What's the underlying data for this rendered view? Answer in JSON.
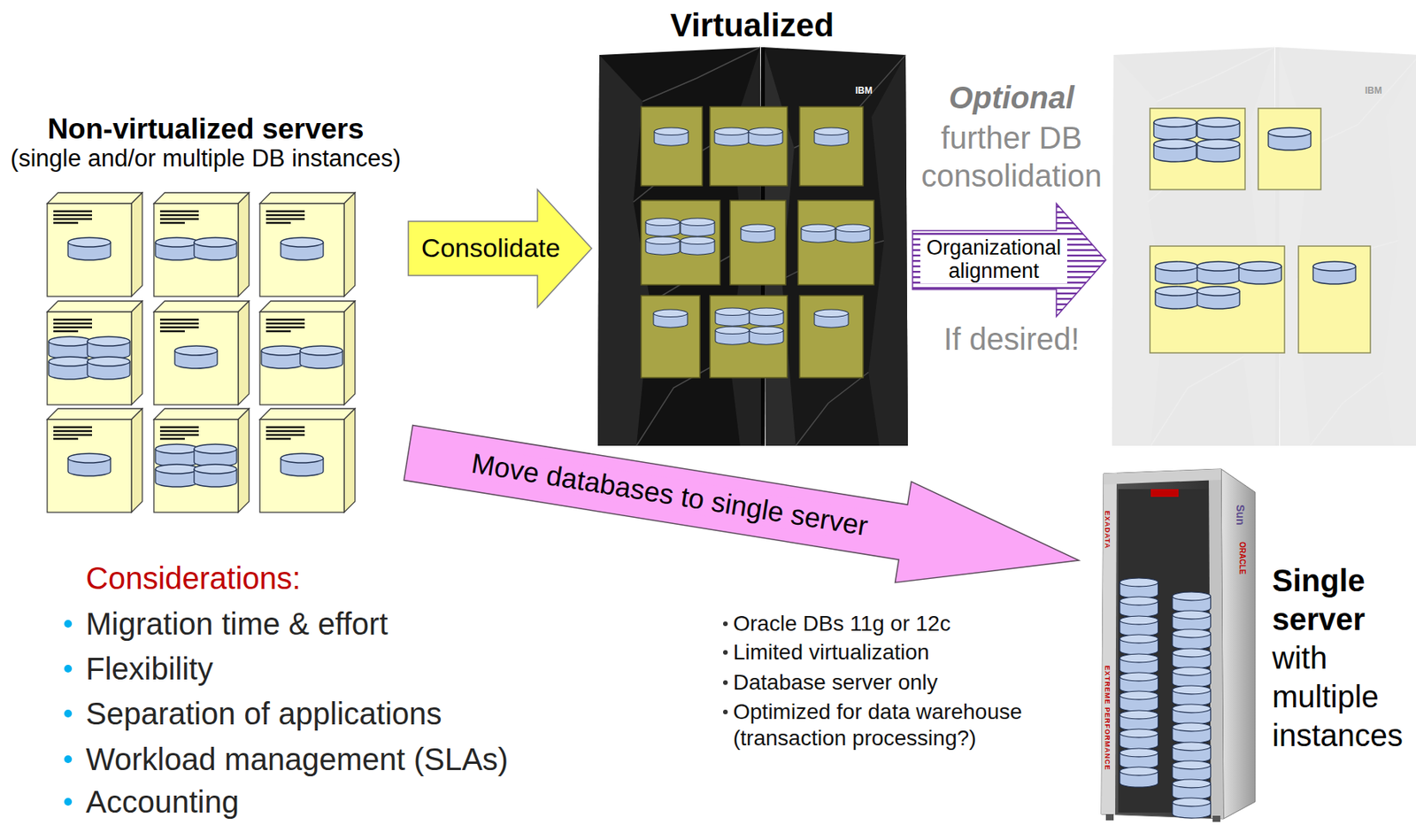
{
  "diagram": {
    "nodes": [
      {
        "text": [
          "Non-virtualized servers",
          "(single and/or multiple DB instances)"
        ]
      },
      {
        "text": [
          "Virtualized",
          "IBM"
        ]
      },
      {
        "text": [
          "IBM"
        ]
      },
      {
        "text": [
          "Single server",
          "with multiple instances",
          "EXADATA",
          "EXTREME PERFORMANCE",
          "Sun",
          "ORACLE"
        ]
      }
    ],
    "edges": [
      {
        "from": 0,
        "to": 1,
        "arrow": "to",
        "label": "Consolidate"
      },
      {
        "from": 1,
        "to": 2,
        "arrow": "to",
        "label": "Organizational alignment"
      },
      {
        "from": 0,
        "to": 3,
        "arrow": "to",
        "label": "Move databases to single server"
      }
    ],
    "labels": [
      "Optional",
      "further DB consolidation",
      "If desired!",
      "Considerations:",
      "Migration time & effort",
      "Flexibility",
      "Separation of applications",
      "Workload management (SLAs)",
      "Accounting",
      "Oracle DBs 11g or 12c",
      "Limited virtualization",
      "Database server only",
      "Optimized for data warehouse (transaction processing?)"
    ]
  }
}
